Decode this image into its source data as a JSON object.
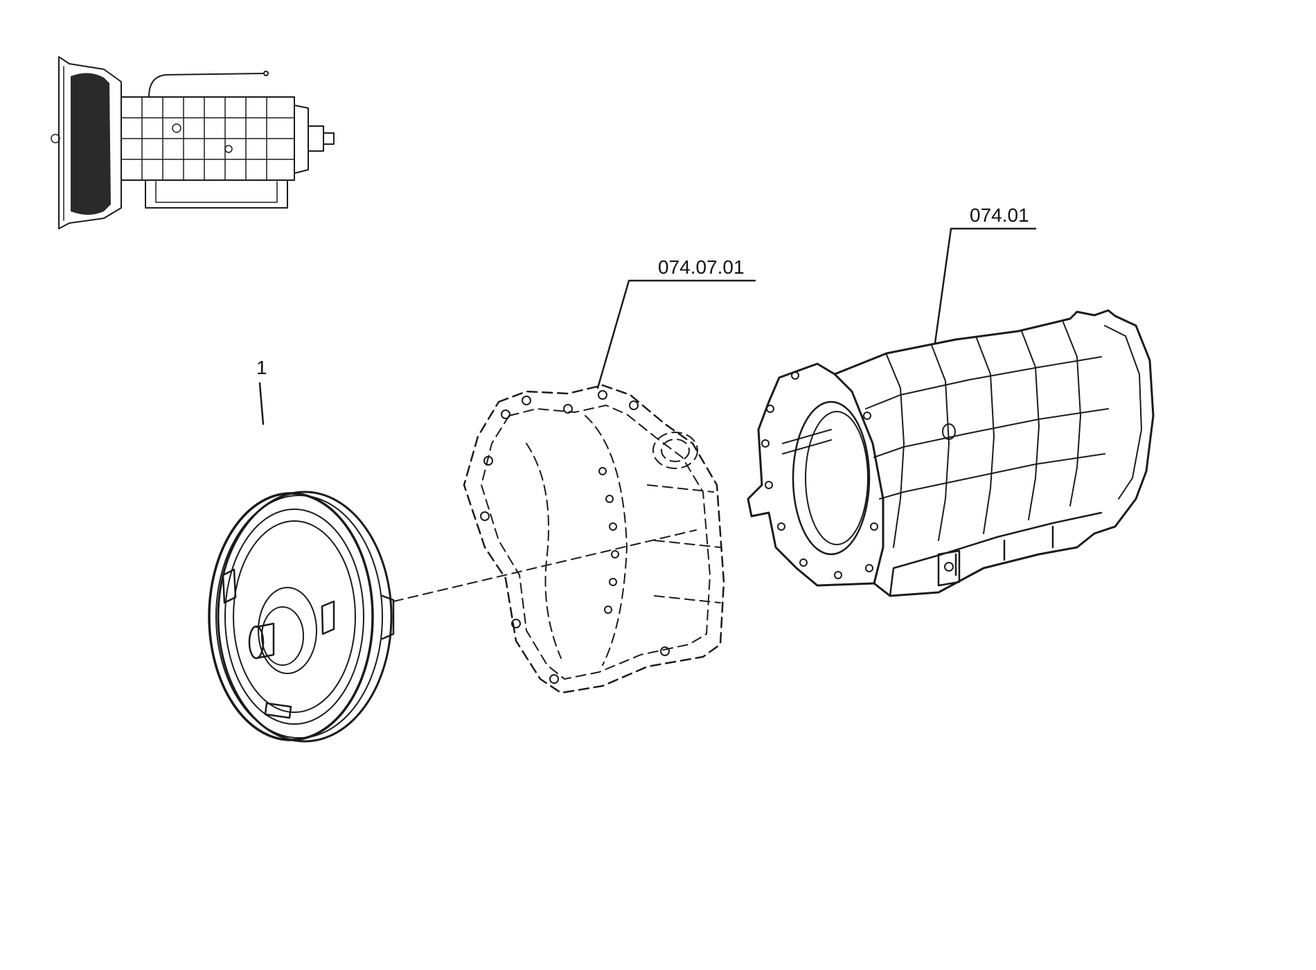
{
  "callouts": {
    "part_1": "1",
    "converter_housing": "074.07.01",
    "gearbox_case": "074.01"
  },
  "colors": {
    "ink": "#1a1a1a",
    "background": "#ffffff",
    "thumbnail_highlight": "#2a2a2a"
  }
}
